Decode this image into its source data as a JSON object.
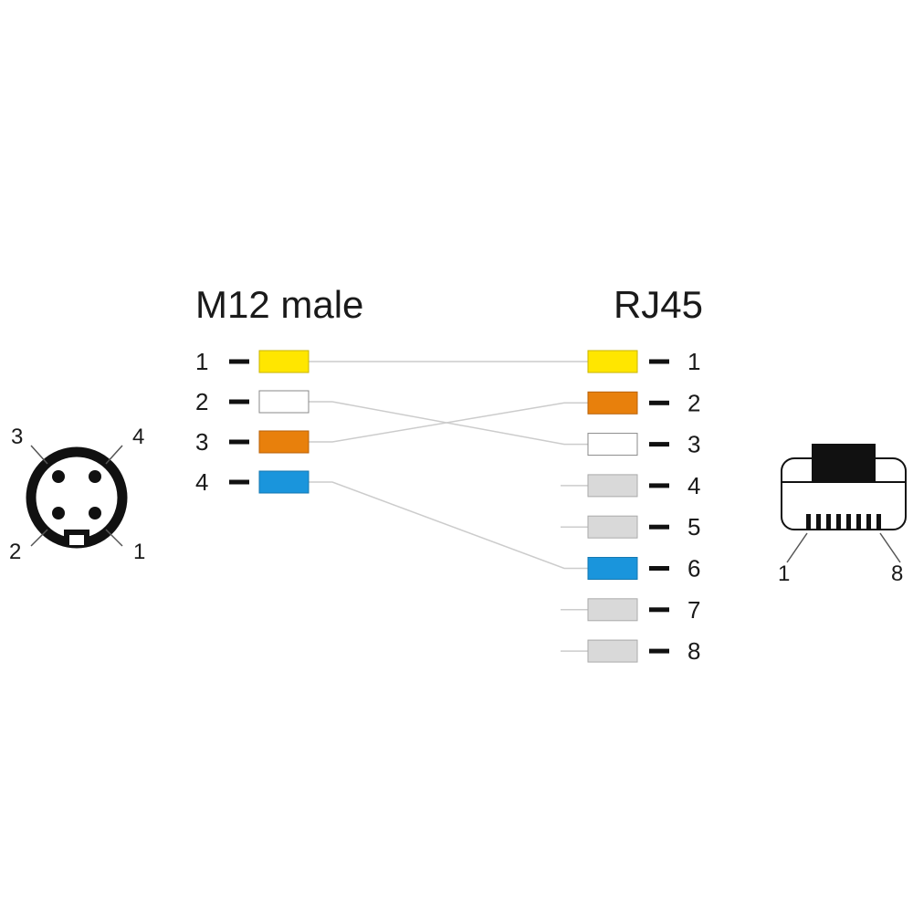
{
  "left_title": "M12 male",
  "right_title": "RJ45",
  "colors": {
    "yellow": "#ffe600",
    "white": "#ffffff",
    "orange": "#e8800c",
    "blue": "#1a95dc",
    "grey": "#d9d9d9",
    "ink": "#111111",
    "wire": "#cccccc"
  },
  "m12_pins": [
    {
      "label": "1",
      "color": "yellow"
    },
    {
      "label": "2",
      "color": "white"
    },
    {
      "label": "3",
      "color": "orange"
    },
    {
      "label": "4",
      "color": "blue"
    }
  ],
  "rj45_pins": [
    {
      "label": "1",
      "color": "yellow"
    },
    {
      "label": "2",
      "color": "orange"
    },
    {
      "label": "3",
      "color": "white"
    },
    {
      "label": "4",
      "color": "grey"
    },
    {
      "label": "5",
      "color": "grey"
    },
    {
      "label": "6",
      "color": "blue"
    },
    {
      "label": "7",
      "color": "grey"
    },
    {
      "label": "8",
      "color": "grey"
    }
  ],
  "wiring": [
    {
      "from": "1",
      "to": "1"
    },
    {
      "from": "2",
      "to": "3"
    },
    {
      "from": "3",
      "to": "2"
    },
    {
      "from": "4",
      "to": "6"
    }
  ],
  "m12_face_labels": [
    "1",
    "2",
    "3",
    "4"
  ],
  "rj45_face_labels": {
    "first": "1",
    "last": "8"
  }
}
